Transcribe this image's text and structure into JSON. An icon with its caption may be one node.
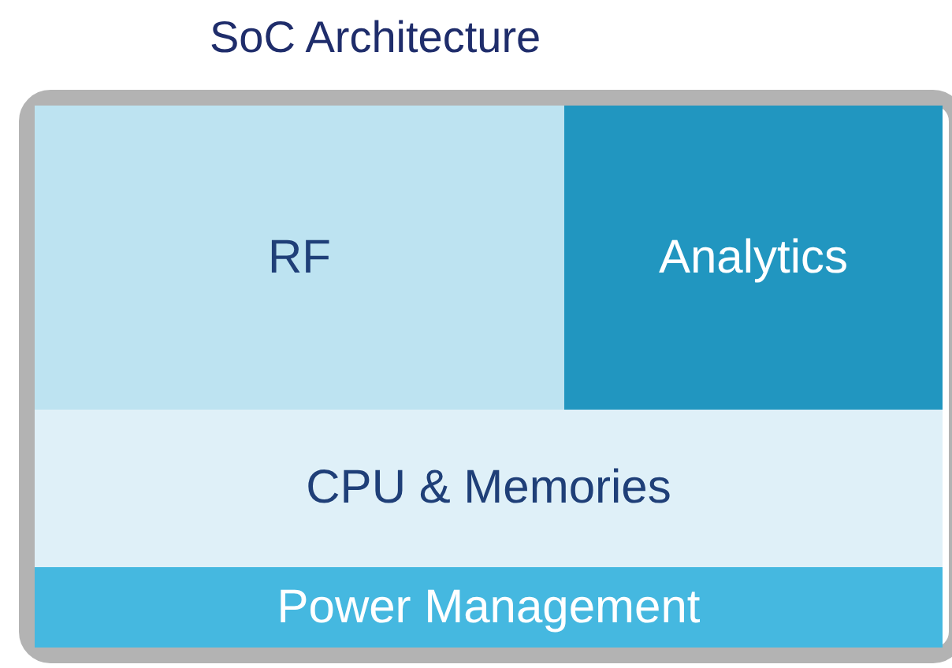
{
  "diagram": {
    "nodes": [
      {
        "text": [
          "SoC Architecture"
        ]
      },
      {
        "text": [
          "RF"
        ],
        "in": 0
      },
      {
        "text": [
          "Analytics"
        ],
        "in": 0
      },
      {
        "text": [
          "CPU & Memories"
        ],
        "in": 0
      },
      {
        "text": [
          "Power Management"
        ],
        "in": 0
      }
    ]
  }
}
